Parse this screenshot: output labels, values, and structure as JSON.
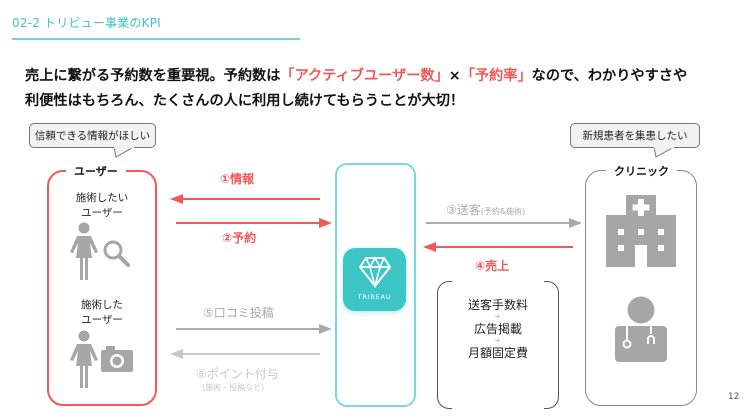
{
  "header": {
    "title": "02-2 トリビュー事業のKPI"
  },
  "headline": {
    "line1_pre": "売上に繋がる予約数を重要視。予約数は",
    "line1_hl1": "「アクティブユーザー数」",
    "line1_x": "×",
    "line1_hl2": "「予約率」",
    "line1_post": "なので、わかりやすさや",
    "line2": "利便性はもちろん、たくさんの人に利用し続けてもらうことが大切！"
  },
  "user_side": {
    "bubble": "信頼できる情報がほしい",
    "group_label": "ユーザー",
    "personas": [
      {
        "label_line1": "施術したい",
        "label_line2": "ユーザー",
        "icon": "person-search-icon"
      },
      {
        "label_line1": "施術した",
        "label_line2": "ユーザー",
        "icon": "person-camera-icon"
      }
    ]
  },
  "clinic_side": {
    "bubble": "新規患者を集患したい",
    "group_label": "クリニック",
    "icons": [
      "hospital-icon",
      "doctor-icon"
    ]
  },
  "app": {
    "name": "TRIBEAU",
    "icon": "diamond-icon",
    "brand_color": "#3cc6c6"
  },
  "flows": {
    "info": "①情報",
    "reserve": "②予約",
    "send_customer": "③送客",
    "send_customer_note": "(予約&施術)",
    "sales": "④売上",
    "review": "⑤口コミ投稿",
    "points": "⑥ポイント付与",
    "points_note": "(施術・投稿など)"
  },
  "revenue": {
    "item1": "送客手数料",
    "plus1": "+",
    "item2": "広告掲載",
    "plus2": "+",
    "item3": "月額固定費"
  },
  "colors": {
    "accent_red": "#f25a5a",
    "accent_teal": "#3cc6c6",
    "icon_gray": "#a6a6a6"
  },
  "page_number": "12"
}
